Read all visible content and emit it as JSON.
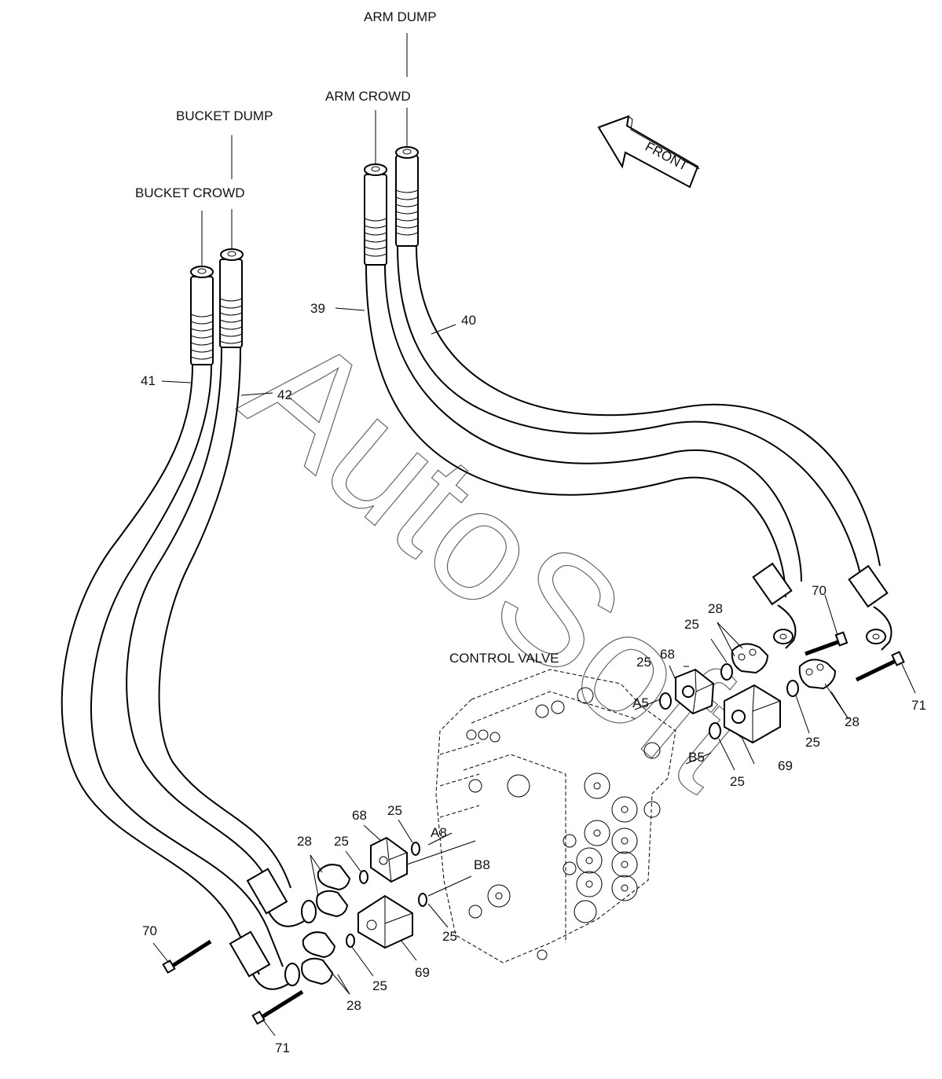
{
  "diagram": {
    "title": "Control valve hose connections (arm / bucket)",
    "watermark": "AutoSoft",
    "direction_arrow": {
      "label": "FRONT",
      "icon": "front-arrow-icon"
    },
    "hose_port_labels": {
      "arm_dump": "ARM DUMP",
      "arm_crowd": "ARM CROWD",
      "bucket_dump": "BUCKET DUMP",
      "bucket_crowd": "BUCKET CROWD"
    },
    "component_label": "CONTROL VALVE",
    "port_labels": {
      "a5": "A5",
      "b5": "B5",
      "a8": "A8",
      "b8": "B8"
    },
    "part_numbers": {
      "hose_39": "39",
      "hose_40": "40",
      "hose_41": "41",
      "hose_42": "42",
      "flange_68_upper": "68",
      "flange_68_lower": "68",
      "block_69_upper": "69",
      "block_69_lower": "69",
      "bolt_70_upper": "70",
      "bolt_70_lower": "70",
      "bolt_71_upper": "71",
      "bolt_71_lower": "71",
      "clamp_28_upper_a": "28",
      "clamp_28_upper_b": "28",
      "clamp_28_lower_a": "28",
      "clamp_28_lower_b": "28",
      "oring_25_a": "25",
      "oring_25_b": "25",
      "oring_25_c": "25",
      "oring_25_d": "25",
      "oring_25_e": "25",
      "oring_25_f": "25",
      "oring_25_g": "25",
      "oring_25_h": "25"
    }
  }
}
